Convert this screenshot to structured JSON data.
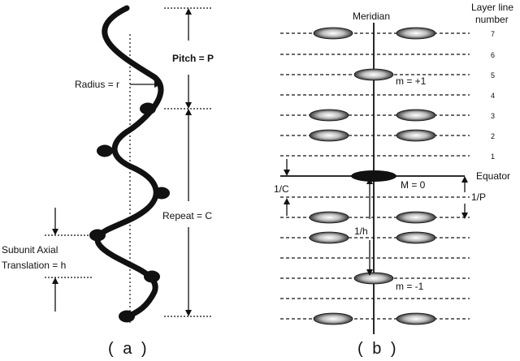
{
  "panel_a": {
    "caption": "( a )",
    "radius_label": "Radius = r",
    "pitch_label": "Pitch = P",
    "repeat_label": "Repeat = C",
    "subunit_line1": "Subunit Axial",
    "subunit_line2": "Translation = h"
  },
  "panel_b": {
    "caption": "( b )",
    "meridian_label": "Meridian",
    "layer_header_line1": "Layer line",
    "layer_header_line2": "number",
    "equator_label": "Equator",
    "inv_c_label": "1/C",
    "inv_p_label": "1/P",
    "inv_h_label": "1/h",
    "m0_label": "M = 0",
    "m_plus1_label": "m = +1",
    "m_minus1_label": "m = -1",
    "layer_numbers": [
      "7",
      "6",
      "5",
      "4",
      "3",
      "2",
      "1"
    ]
  },
  "colors": {
    "ink": "#111111",
    "spot_light": "#ffffff",
    "spot_dark": "#555555"
  }
}
